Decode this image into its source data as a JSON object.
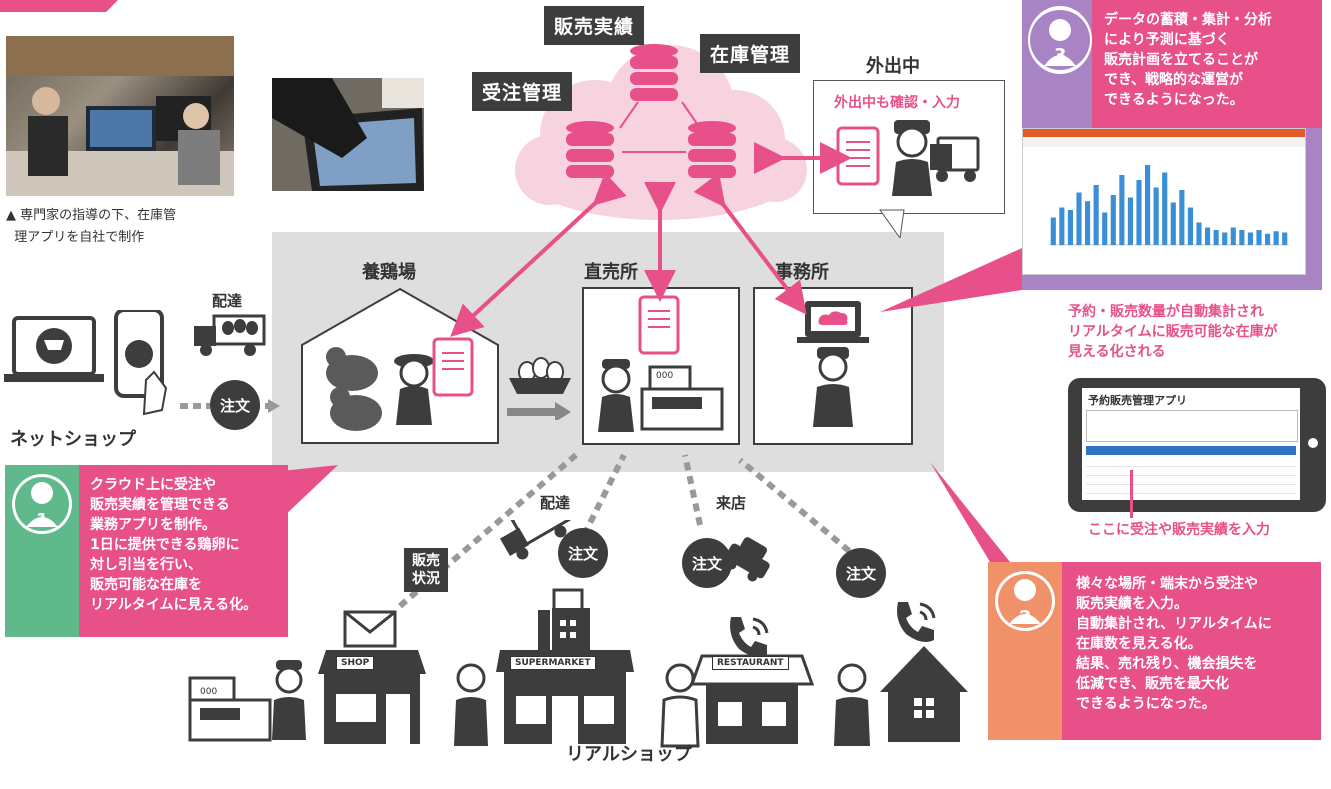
{
  "cloud": {
    "sales_results": "販売実績",
    "order_mgmt": "受注管理",
    "inventory_mgmt": "在庫管理"
  },
  "outside": {
    "title": "外出中",
    "caption": "外出中も確認・入力"
  },
  "photo_caption": "▲ 専門家の指導の下、在庫管\n  理アプリを自社で制作",
  "places": {
    "farm": "養鶏場",
    "store": "直売所",
    "office": "事務所"
  },
  "net_shop": {
    "label": "ネットショップ",
    "delivery": "配達",
    "order": "注文"
  },
  "real_shop": {
    "label": "リアルショップ",
    "sales_status": "販売\n状況",
    "delivery": "配達",
    "order": "注文",
    "visit": "来店",
    "shop_sign": "SHOP",
    "supermarket_sign": "SUPERMARKET",
    "restaurant_sign": "RESTAURANT"
  },
  "register_display": "000",
  "point1": {
    "number": "1",
    "text": "クラウド上に受注や\n販売実績を管理できる\n業務アプリを制作。\n1日に提供できる鶏卵に\n対し引当を行い、\n販売可能な在庫を\nリアルタイムに見える化。"
  },
  "point2": {
    "number": "2",
    "text": "様々な場所・端末から受注や\n販売実績を入力。\n自動集計され、リアルタイムに\n在庫数を見える化。\n結果、売れ残り、機会損失を\n低減でき、販売を最大化\nできるようになった。"
  },
  "point3": {
    "number": "3",
    "text": "データの蓄積・集計・分析\nにより予測に基づく\n販売計画を立てることが\nでき、戦略的な運営が\nできるようになった。"
  },
  "tablet_note_top": "予約・販売数量が自動集計され\nリアルタイムに販売可能な在庫が\n見える化される",
  "tablet_note_bottom": "ここに受注や販売実績を入力",
  "tablet_app_title": "予約販売管理アプリ",
  "colors": {
    "pink": "#e8508a",
    "light_pink": "#f7d3df",
    "green": "#5fb98a",
    "orange": "#f0916a",
    "purple": "#a884c4",
    "dark": "#3d3d3d",
    "gray_band": "#dedede"
  },
  "chart_bars": [
    22,
    30,
    28,
    42,
    35,
    48,
    26,
    40,
    56,
    38,
    52,
    64,
    46,
    58,
    34,
    44,
    30,
    18,
    14,
    12,
    10,
    14,
    12,
    10,
    12,
    9,
    11,
    10
  ]
}
